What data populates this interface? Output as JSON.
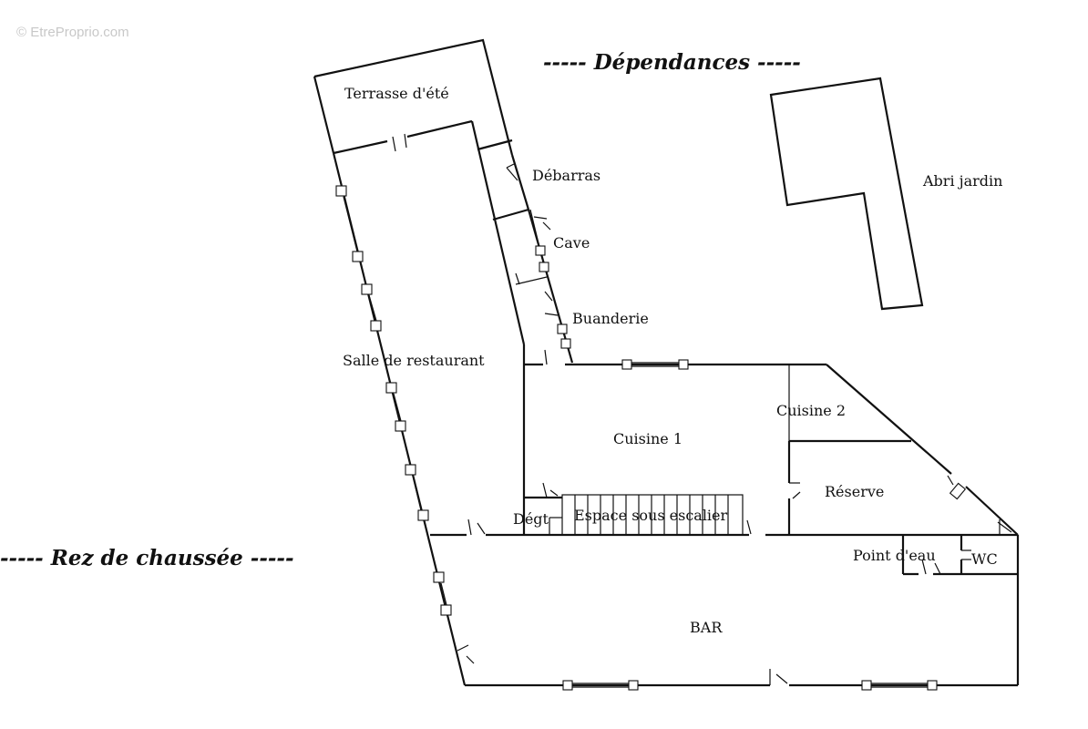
{
  "watermark": "© EtreProprio.com",
  "titles": {
    "dependances": "----- Dépendances -----",
    "rez": "----- Rez de chaussée -----"
  },
  "rooms": {
    "terrasse": "Terrasse d'été",
    "debarras": "Débarras",
    "cave": "Cave",
    "buanderie": "Buanderie",
    "salle": "Salle de restaurant",
    "cuisine1": "Cuisine 1",
    "cuisine2": "Cuisine 2",
    "reserve": "Réserve",
    "degt": "Dégt",
    "escalier": "Espace sous escalier",
    "point_eau": "Point d'eau",
    "wc": "WC",
    "bar": "BAR",
    "abri": "Abri jardin"
  }
}
